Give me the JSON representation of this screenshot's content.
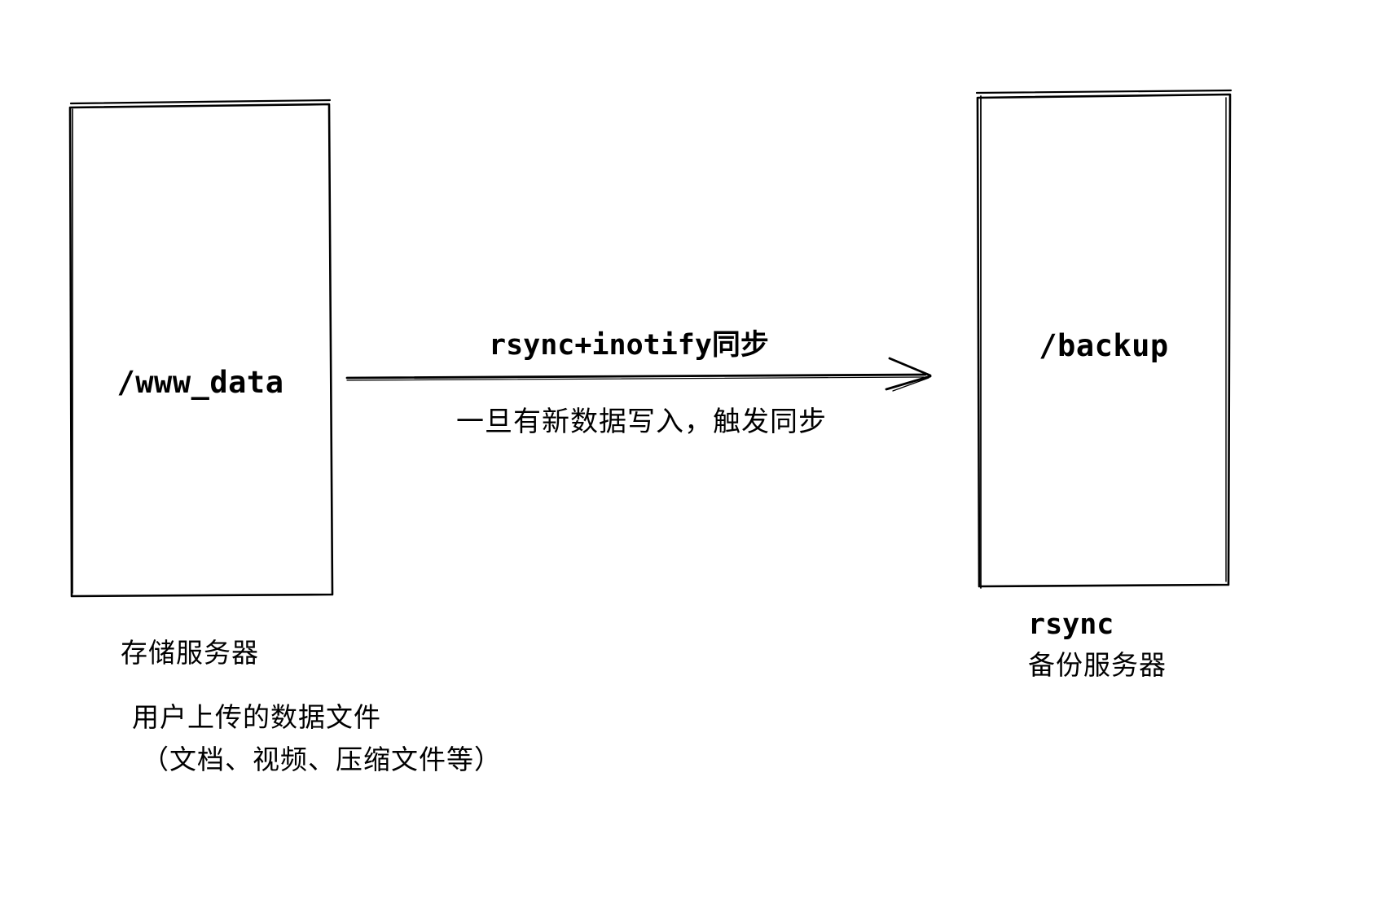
{
  "diagram": {
    "style": "hand-drawn-sketch",
    "background_color": "#ffffff",
    "stroke_color": "#000000",
    "nodes": [
      {
        "id": "storage-server",
        "label": "/www_data",
        "caption_title": "存储服务器",
        "caption_desc_line1": "用户上传的数据文件",
        "caption_desc_line2": "（文档、视频、压缩文件等）"
      },
      {
        "id": "backup-server",
        "label": "/backup",
        "caption_service": "rsync",
        "caption_role": "备份服务器"
      }
    ],
    "edge": {
      "id": "sync-arrow",
      "direction": "left-to-right",
      "label_above": "rsync+inotify同步",
      "label_below": "一旦有新数据写入，触发同步"
    }
  }
}
